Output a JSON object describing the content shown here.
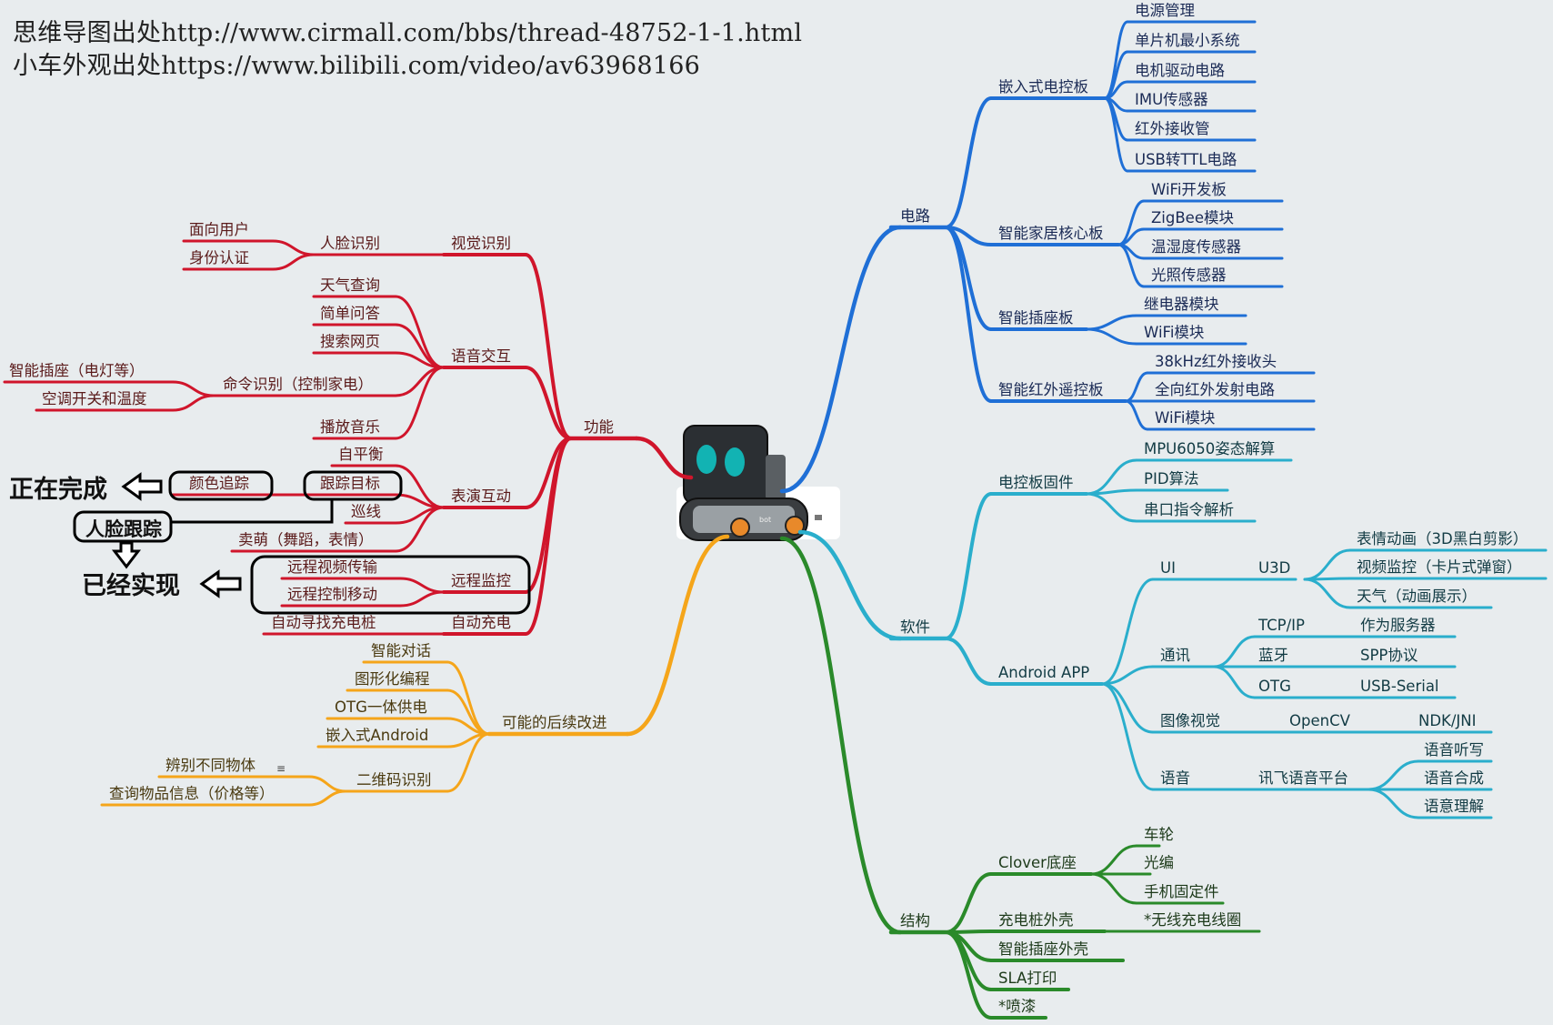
{
  "header": {
    "line1": "思维导图出处http://www.cirmall.com/bbs/thread-48752-1-1.html",
    "line2": "小车外观出处https://www.bilibili.com/video/av63968166"
  },
  "colors": {
    "background": "#e8ecee",
    "func_branch": "#d0152b",
    "circuit_branch": "#1f6fd6",
    "software_branch": "#2aaecc",
    "structure_branch": "#2a8a2a",
    "future_branch": "#f5a51a"
  },
  "root": {
    "icon": "robot-car-icon"
  },
  "left": {
    "func": {
      "label": "功能",
      "vision": {
        "label": "视觉识别",
        "face": {
          "label": "人脸识别",
          "items": [
            "面向用户",
            "身份认证"
          ]
        }
      },
      "voice": {
        "label": "语音交互",
        "items": [
          "天气查询",
          "简单问答",
          "搜索网页",
          "播放音乐"
        ],
        "cmd": {
          "label": "命令识别（控制家电）",
          "items": [
            "智能插座（电灯等）",
            "空调开关和温度"
          ]
        }
      },
      "perform": {
        "label": "表演互动",
        "items": [
          "自平衡",
          "巡线",
          "卖萌（舞蹈，表情）"
        ],
        "track": {
          "label": "跟踪目标",
          "items": [
            "颜色追踪"
          ]
        }
      },
      "remote": {
        "label": "远程监控",
        "items": [
          "远程视频传输",
          "远程控制移动"
        ]
      },
      "charge": {
        "label": "自动充电",
        "items": [
          "自动寻找充电桩"
        ]
      }
    },
    "future": {
      "label": "可能的后续改进",
      "items": [
        "智能对话",
        "图形化编程",
        "OTG一体供电",
        "嵌入式Android"
      ],
      "qr": {
        "label": "二维码识别",
        "items": [
          "辨别不同物体",
          "查询物品信息（价格等）"
        ]
      }
    },
    "notes": {
      "in_progress": "正在完成",
      "face_track": "人脸跟踪",
      "done": "已经实现"
    }
  },
  "right": {
    "circuit": {
      "label": "电路",
      "embedded": {
        "label": "嵌入式电控板",
        "items": [
          "电源管理",
          "单片机最小系统",
          "电机驱动电路",
          "IMU传感器",
          "红外接收管",
          "USB转TTL电路"
        ]
      },
      "smarthome": {
        "label": "智能家居核心板",
        "items": [
          "WiFi开发板",
          "ZigBee模块",
          "温湿度传感器",
          "光照传感器"
        ]
      },
      "socket": {
        "label": "智能插座板",
        "items": [
          "继电器模块",
          "WiFi模块"
        ]
      },
      "ir": {
        "label": "智能红外遥控板",
        "items": [
          "38kHz红外接收头",
          "全向红外发射电路",
          "WiFi模块"
        ]
      }
    },
    "software": {
      "label": "软件",
      "firmware": {
        "label": "电控板固件",
        "items": [
          "MPU6050姿态解算",
          "PID算法",
          "串口指令解析"
        ]
      },
      "android": {
        "label": "Android APP",
        "ui": {
          "label": "UI",
          "u3d": "U3D",
          "items": [
            "表情动画（3D黑白剪影）",
            "视频监控（卡片式弹窗）",
            "天气（动画展示）"
          ]
        },
        "comm": {
          "label": "通讯",
          "rows": [
            {
              "k": "TCP/IP",
              "v": "作为服务器"
            },
            {
              "k": "蓝牙",
              "v": "SPP协议"
            },
            {
              "k": "OTG",
              "v": "USB-Serial"
            }
          ]
        },
        "vision": {
          "label": "图像视觉",
          "k": "OpenCV",
          "v": "NDK/JNI"
        },
        "voice": {
          "label": "语音",
          "k": "讯飞语音平台",
          "items": [
            "语音听写",
            "语音合成",
            "语意理解"
          ]
        }
      }
    },
    "structure": {
      "label": "结构",
      "clover": {
        "label": "Clover底座",
        "items": [
          "车轮",
          "光编",
          "手机固定件"
        ]
      },
      "items": [
        {
          "label": "充电桩外壳",
          "child": "*无线充电线圈"
        },
        {
          "label": "智能插座外壳"
        },
        {
          "label": "SLA打印"
        },
        {
          "label": "*喷漆"
        }
      ]
    }
  }
}
